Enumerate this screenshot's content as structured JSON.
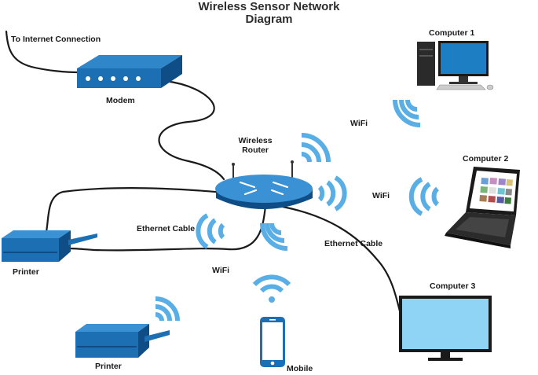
{
  "title_line1": "Wireless Sensor Network",
  "title_line2": "Diagram",
  "labels": {
    "internet": "To Internet Connection",
    "modem": "Modem",
    "router_line1": "Wireless",
    "router_line2": "Router",
    "ethernet_left": "Ethernet Cable",
    "ethernet_right": "Ethernet Cable",
    "wifi_computer1": "WiFi",
    "wifi_computer2": "WiFi",
    "wifi_bottom": "WiFi",
    "computer1": "Computer 1",
    "computer2": "Computer 2",
    "computer3": "Computer 3",
    "printer_left": "Printer",
    "printer_bottom": "Printer",
    "mobile": "Mobile"
  },
  "colors": {
    "device_blue": "#1d6fb3",
    "device_dark": "#0f4d86",
    "wifi_blue": "#5aaee6",
    "cable": "#1a1a1a",
    "screen_light": "#8fd3f5"
  }
}
